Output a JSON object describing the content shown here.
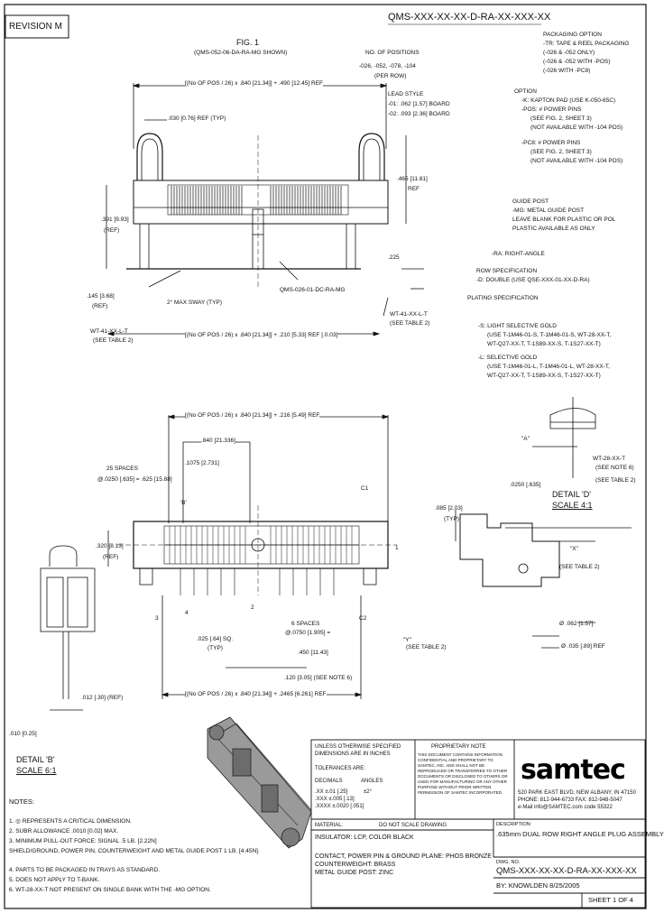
{
  "revision": "REVISION M",
  "part_number_code": "QMS-XXX-XX-XX-D-RA-XX-XXX-XX",
  "fig1": {
    "title": "FIG. 1",
    "subtitle": "(QMS-052-06-DA-RA-MG SHOWN)"
  },
  "callouts": {
    "no_positions_title": "NO. OF POSITIONS",
    "no_positions_values": "-026, -052, -078, -104",
    "no_positions_note": "(PER ROW)",
    "lead_style_title": "LEAD STYLE",
    "lead_style_01": "-01: .062 [1.57] BOARD",
    "lead_style_02": "-02: .093 [2.36] BOARD",
    "packaging_title": "PACKAGING OPTION",
    "packaging_1": "-TR: TAPE & REEL PACKAGING",
    "packaging_2": "(-026 & -052 ONLY)",
    "packaging_3": "(-026 & -052 WITH -POS)",
    "packaging_4": "(-026 WITH -PC8)",
    "option_title": "OPTION",
    "option_1": "-K: KAPTON PAD (USE K-050-65C)",
    "option_2": "-POS: # POWER PINS",
    "option_3": "(SEE FIG. 2, SHEET 3)",
    "option_4": "(NOT AVAILABLE WITH -104 POS)",
    "option_5": "-PC8: # POWER PINS",
    "option_6": "(SEE FIG. 2, SHEET 3)",
    "option_7": "(NOT AVAILABLE WITH -104 POS)",
    "guide_post_title": "GUIDE POST",
    "guide_post_1": "-MG: METAL GUIDE POST",
    "guide_post_2": "LEAVE BLANK FOR PLASTIC OR POL",
    "guide_post_3": "PLASTIC AVAILABLE AS ONLY",
    "ra": "-RA: RIGHT-ANGLE",
    "row_spec_title": "ROW SPECIFICATION",
    "row_spec_1": "-D: DOUBLE (USE QSE-XXX-01-XX-D-RA)",
    "plating_title": "PLATING SPECIFICATION",
    "plating_1": "-S: LIGHT SELECTIVE GOLD",
    "plating_2": "(USE T-1M46-01-S, T-1M46-01-S, WT-28-XX-T,",
    "plating_3": "WT-Q27-XX-T, T-1S89-XX-S, T-1S27-XX-T)",
    "plating_4": "-L: SELECTIVE GOLD",
    "plating_5": "(USE T-1M46-01-L, T-1M46-01-L, WT-28-XX-T,",
    "plating_6": "WT-Q27-XX-T, T-1S89-XX-S, T-1S27-XX-T)",
    "dim_top": "[(No OF POS / 26) x .840 [21.34]] + .490 [12.45] REF",
    "dim_030": ".030 [0.76] REF (TYP)",
    "dim_391": ".391 [9.93]",
    "dim_391_ref": "(REF)",
    "dim_465": ".465 [11.81]",
    "dim_465_ref": "REF",
    "dim_225": ".225",
    "dim_145": ".145 [3.68]",
    "dim_145_ref": "(REF)",
    "sway": "2° MAX SWAY (TYP)",
    "mgroup": "QMS-026-01-DC-RA-MG",
    "wt_note": "WT-41-XX-L-T",
    "wt_note_2": "(SEE TABLE 2)",
    "wt_note_3": "WT-41-XX-L-T",
    "wt_note_4": "(SEE TABLE 2)",
    "dim_bottom": "[(No OF POS / 26) x .840 [21.34]] + .210 [5.33] REF [.0.03]",
    "dim_bv_top": "[(No OF POS / 26) x .840 [21.34]] + .216 [5.49] REF",
    "dim_840": ".840 [21.336]",
    "dim_1075": ".1075 [2.731]",
    "spaces_25": "25 SPACES",
    "dim_025": "@.0250 [.635] = .625 [15.88]",
    "dim_320": ".320 [8.13]",
    "dim_320_ref": "(REF)",
    "dim_085": ".085 [2.03]",
    "dim_085_typ": "(TYP)",
    "detail_a": "\"A\"",
    "wt_28": "WT-28-XX-T",
    "see_note_6": "(SEE NOTE 6)",
    "see_table_2": "(SEE TABLE 2)",
    "dim_0250": ".0250 [.635]",
    "detail_d": "DETAIL 'D'",
    "scale_4": "SCALE 4:1",
    "detail_x": "\"X\"",
    "see_table_2b": "(SEE TABLE 2)",
    "spaces_6": "6 SPACES",
    "dim_075": "@.0750 [1.905] =",
    "dim_45": ".450 [11.43]",
    "dim_025sq": ".025 [.64] SQ.",
    "dim_025sq_typ": "(TYP)",
    "dim_120": ".120 [3.05] (SEE NOTE 6)",
    "dim_062": "Ø .062 [1.57]",
    "dim_035": "Ø .035 [.89] REF",
    "dim_bv_bottom": "[(No OF POS / 26) x .840 [21.34]] + .2465 [6.261] REF",
    "dim_012": ".012 [.30] (REF)",
    "dim_010": ".010 [0.25]",
    "c1": "C1",
    "c2": "C2",
    "b_label": "'B'",
    "y_label": "\"Y\"",
    "y_table": "(SEE TABLE 2)",
    "label_3": "3",
    "label_4": "4",
    "label_1": "1",
    "label_2": "2",
    "detail_b": "DETAIL 'B'",
    "scale_6": "SCALE 6:1"
  },
  "notes": {
    "title": "NOTES:",
    "items": [
      "1. ◎ REPRESENTS A CRITICAL DIMENSION.",
      "2. SUBR ALLOWANCE .0010 [0.02] MAX.",
      "3. MINIMUM PULL-OUT FORCE: SIGNAL .5 LB. [2.22N]",
      "   SHIELD/GROUND, POWER PIN, COUNTERWEIGHT AND METAL GUIDE POST 1 LB. [4.45N].",
      "4. PARTS TO BE PACKAGED IN TRAYS AS STANDARD.",
      "5. DOES NOT APPLY TO T-BANK.",
      "6. WT-28-XX-T NOT PRESENT ON SINGLE BANK WITH THE -MG OPTION."
    ]
  },
  "title_block": {
    "tolerance_header": "UNLESS OTHERWISE SPECIFIED",
    "tolerance_header2": "DIMENSIONS ARE IN INCHES",
    "tolerances": "TOLERANCES ARE:",
    "decimals": "DECIMALS",
    "angles": "ANGLES",
    "tol_1": ".XX ±.01 [.25]",
    "tol_2": ".XXX ±.005 [.13]",
    "tol_3": ".XXXX ±.0020 [.051]",
    "tol_angle": "±2°",
    "proprietary_title": "PROPRIETARY NOTE",
    "proprietary_text": "THIS DOCUMENT CONTAINS INFORMATION CONFIDENTIAL AND PROPRIETARY TO SAMTEC, INC. AND SHALL NOT BE REPRODUCED OR TRANSFERRED TO OTHER DOCUMENTS OR DISCLOSED TO OTHERS OR USED FOR MANUFACTURING OR ANY OTHER PURPOSE WITHOUT PRIOR WRITTEN PERMISSION OF SAMTEC INCORPORATED.",
    "material_label": "MATERIAL:",
    "scale_note": "DO NOT SCALE DRAWING",
    "material_1": "INSULATOR: LCP, COLOR BLACK",
    "material_2": "CONTACT, POWER PIN & GROUND PLANE: PHOS BRONZE",
    "material_3": "COUNTERWEIGHT: BRASS",
    "material_4": "METAL GUIDE POST: ZINC",
    "company_name": "samtec",
    "address_1": "520 PARK EAST BLVD, NEW ALBANY, IN 47150",
    "address_2": "PHONE: 812-944-6733  FAX: 812-948-5047",
    "address_3": "e-Mail info@SAMTEC.com  code 55322",
    "description_label": "DESCRIPTION:",
    "description": ".635mm DUAL ROW RIGHT ANGLE PLUG ASSEMBLY",
    "dwg_label": "DWG. NO.",
    "dwg_no": "QMS-XXX-XX-XX-D-RA-XX-XXX-XX",
    "by": "BY: KNOWLDEN 8/25/2005",
    "sheet": "SHEET 1 OF 4"
  }
}
